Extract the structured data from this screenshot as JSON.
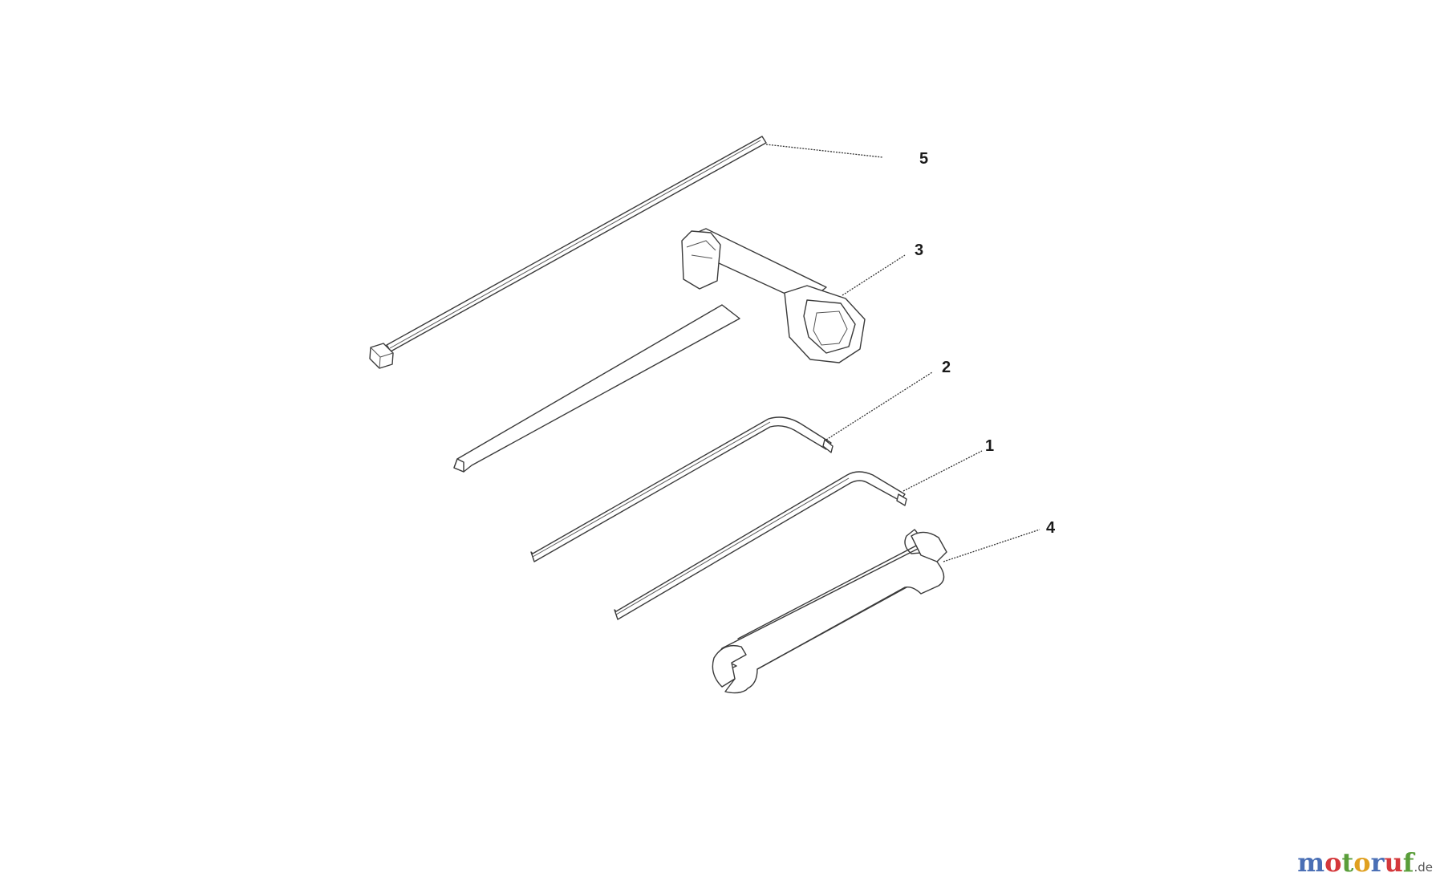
{
  "diagram": {
    "parts": [
      {
        "id": "part-5",
        "number": "5",
        "tool": "cable-tie"
      },
      {
        "id": "part-3",
        "number": "3",
        "tool": "spark-plug-socket-wrench"
      },
      {
        "id": "part-2",
        "number": "2",
        "tool": "hex-key-large"
      },
      {
        "id": "part-1",
        "number": "1",
        "tool": "hex-key-small"
      },
      {
        "id": "part-4",
        "number": "4",
        "tool": "open-end-wrench"
      }
    ]
  },
  "watermark": {
    "letters": [
      "m",
      "o",
      "t",
      "o",
      "r",
      "u",
      "f"
    ],
    "letter_colors": [
      "#4a6fb5",
      "#d4383b",
      "#5a9e3a",
      "#e0a020",
      "#4a6fb5",
      "#d4383b",
      "#5a9e3a"
    ],
    "tld": ".de"
  }
}
